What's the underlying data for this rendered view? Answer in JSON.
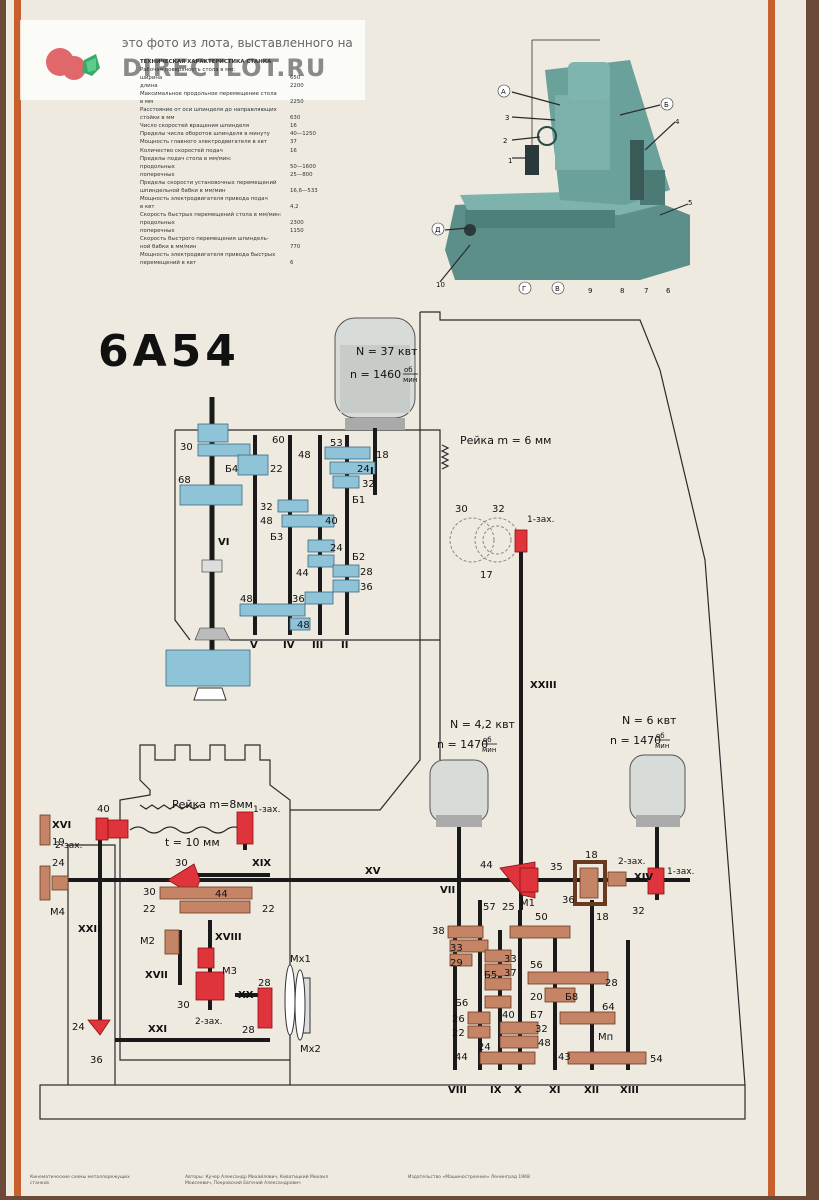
{
  "watermark": {
    "caption": "это фото из лота, выставленного на",
    "logo": "DIRECTLOT.RU"
  },
  "title": "6А54",
  "spec_sheet": {
    "heading": "ТЕХНИЧЕСКАЯ ХАРАКТЕРИСТИКА СТАНКА",
    "rows": [
      {
        "label": "Рабочая поверхность стола в мм:",
        "value": ""
      },
      {
        "label": "ширина",
        "value": "650"
      },
      {
        "label": "длина",
        "value": "2200"
      },
      {
        "label": "Максимальное продольное перемещение стола",
        "value": ""
      },
      {
        "label": "в мм",
        "value": "2250"
      },
      {
        "label": "Расстояние от оси шпинделя до направляющих",
        "value": ""
      },
      {
        "label": "стойки в мм",
        "value": "630"
      },
      {
        "label": "Число скоростей вращения шпинделя",
        "value": "16"
      },
      {
        "label": "Пределы числа оборотов шпинделя в минуту",
        "value": "40—1250"
      },
      {
        "label": "Мощность главного электродвигателя в квт",
        "value": "37"
      },
      {
        "label": "Количество скоростей подач",
        "value": "16"
      },
      {
        "label": "Пределы подач стола в мм/мин:",
        "value": ""
      },
      {
        "label": "продольных",
        "value": "50—1600"
      },
      {
        "label": "поперечных",
        "value": "25—800"
      },
      {
        "label": "Пределы скорости установочных перемещений",
        "value": ""
      },
      {
        "label": "шпиндельной бабки в мм/мин",
        "value": "16,6—533"
      },
      {
        "label": "Мощность электродвигателя привода подач",
        "value": ""
      },
      {
        "label": "в квт",
        "value": "4,2"
      },
      {
        "label": "Скорость быстрых перемещений стола в мм/мин:",
        "value": ""
      },
      {
        "label": "продольных",
        "value": "2300"
      },
      {
        "label": "поперечных",
        "value": "1150"
      },
      {
        "label": "Скорость быстрого перемещения шпиндель-",
        "value": ""
      },
      {
        "label": "ной бабки в мм/мин",
        "value": "770"
      },
      {
        "label": "Мощность электродвигателя привода быстрых",
        "value": ""
      },
      {
        "label": "перемещений в квт",
        "value": "6"
      }
    ]
  },
  "photo_labels": [
    "А",
    "Б",
    "В",
    "Г",
    "Д",
    "1",
    "2",
    "3",
    "4",
    "5",
    "6",
    "7",
    "8",
    "9",
    "10"
  ],
  "motors": {
    "main": {
      "n_kw": "N = 37 квт",
      "rpm": "n = 1460",
      "unit_top": "об",
      "unit_bot": "мин"
    },
    "feed": {
      "n_kw": "N = 4,2 квт",
      "rpm": "n = 1470",
      "unit_top": "об",
      "unit_bot": "мин"
    },
    "rapid": {
      "n_kw": "N = 6 квт",
      "rpm": "n = 1470",
      "unit_top": "об",
      "unit_bot": "мин"
    }
  },
  "labels": {
    "rack_top": "Рейка m = 6 мм",
    "rack_bottom": "Рейка m=8мм",
    "screw_pitch": "t = 10 мм",
    "worm_1": "1-зах.",
    "worm_2": "2-зах.",
    "shafts": [
      "I",
      "II",
      "III",
      "IV",
      "V",
      "VI",
      "VII",
      "VIII",
      "IX",
      "X",
      "XI",
      "XII",
      "XIII",
      "XIV",
      "XV",
      "XVI",
      "XVII",
      "XVIII",
      "XIX",
      "XX",
      "XXI",
      "XXII",
      "XXIII"
    ],
    "blocks": [
      "Б1",
      "Б2",
      "Б3",
      "Б4",
      "Б5",
      "Б6",
      "Б7",
      "Б8"
    ],
    "clutches": [
      "М1",
      "М2",
      "М3",
      "М4",
      "Мп",
      "Мх1",
      "Мх2"
    ],
    "gear_numbers_top": [
      "30",
      "60",
      "53",
      "48",
      "18",
      "68",
      "22",
      "24",
      "32",
      "32",
      "48",
      "40",
      "24",
      "28",
      "44",
      "36",
      "48",
      "36",
      "48",
      "30",
      "32",
      "17"
    ],
    "gear_numbers_bottom": [
      "40",
      "19",
      "24",
      "30",
      "30",
      "22",
      "44",
      "22",
      "28",
      "28",
      "30",
      "24",
      "36",
      "44",
      "35",
      "18",
      "36",
      "32",
      "38",
      "57",
      "25",
      "50",
      "18",
      "33",
      "29",
      "33",
      "37",
      "56",
      "28",
      "20",
      "64",
      "26",
      "22",
      "40",
      "32",
      "48",
      "24",
      "44",
      "43",
      "54"
    ]
  },
  "footer": [
    "Кинематические схемы металлорежущих станков",
    "Авторы: Кучер Александр Михайлович, Киватицкий Михаил Моисеевич, Покровский Евгений Александрович",
    "Издательство «Машиностроение» Ленинград 1968"
  ],
  "colors": {
    "poster": "#eeeae0",
    "border": "#c8602e",
    "blue_gear": "#8fc4d8",
    "red_gear": "#e0343c",
    "brown_gear": "#c68466",
    "motor": "#d8dcd8",
    "machine": "#6aa19a"
  }
}
